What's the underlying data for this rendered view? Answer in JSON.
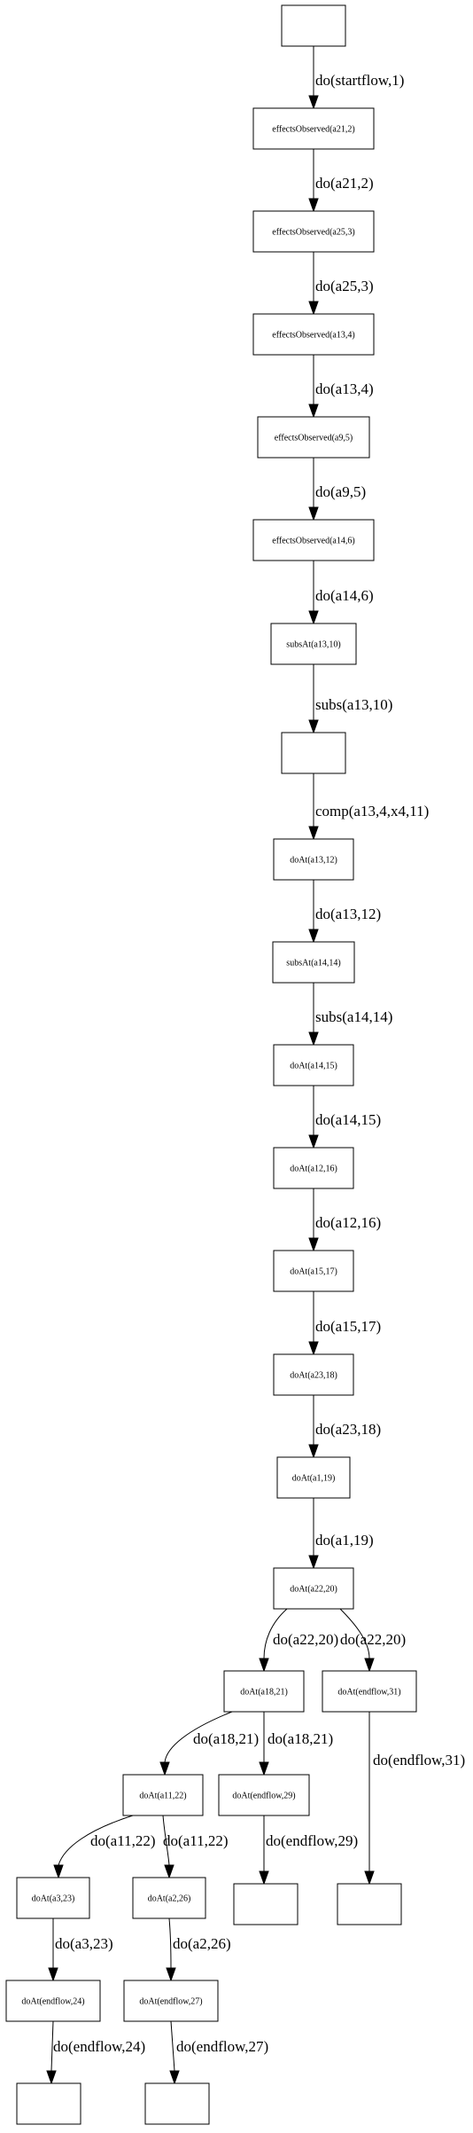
{
  "nodes": [
    {
      "id": "n0",
      "label": ""
    },
    {
      "id": "n1",
      "label": "effectsObserved(a21,2)"
    },
    {
      "id": "n2",
      "label": "effectsObserved(a25,3)"
    },
    {
      "id": "n3",
      "label": "effectsObserved(a13,4)"
    },
    {
      "id": "n4",
      "label": "effectsObserved(a9,5)"
    },
    {
      "id": "n5",
      "label": "effectsObserved(a14,6)"
    },
    {
      "id": "n6",
      "label": "subsAt(a13,10)"
    },
    {
      "id": "n7",
      "label": ""
    },
    {
      "id": "n8",
      "label": "doAt(a13,12)"
    },
    {
      "id": "n9",
      "label": "subsAt(a14,14)"
    },
    {
      "id": "n10",
      "label": "doAt(a14,15)"
    },
    {
      "id": "n11",
      "label": "doAt(a12,16)"
    },
    {
      "id": "n12",
      "label": "doAt(a15,17)"
    },
    {
      "id": "n13",
      "label": "doAt(a23,18)"
    },
    {
      "id": "n14",
      "label": "doAt(a1,19)"
    },
    {
      "id": "n15",
      "label": "doAt(a22,20)"
    },
    {
      "id": "n16",
      "label": "doAt(a18,21)"
    },
    {
      "id": "n17",
      "label": "doAt(endflow,31)"
    },
    {
      "id": "n18",
      "label": "doAt(a11,22)"
    },
    {
      "id": "n19",
      "label": "doAt(endflow,29)"
    },
    {
      "id": "n20",
      "label": ""
    },
    {
      "id": "n21",
      "label": "doAt(a3,23)"
    },
    {
      "id": "n22",
      "label": "doAt(a2,26)"
    },
    {
      "id": "n23",
      "label": ""
    },
    {
      "id": "n24",
      "label": "doAt(endflow,24)"
    },
    {
      "id": "n25",
      "label": "doAt(endflow,27)"
    },
    {
      "id": "n26",
      "label": ""
    },
    {
      "id": "n27",
      "label": ""
    }
  ],
  "edges": [
    {
      "from": "n0",
      "to": "n1",
      "label": "do(startflow,1)"
    },
    {
      "from": "n1",
      "to": "n2",
      "label": "do(a21,2)"
    },
    {
      "from": "n2",
      "to": "n3",
      "label": "do(a25,3)"
    },
    {
      "from": "n3",
      "to": "n4",
      "label": "do(a13,4)"
    },
    {
      "from": "n4",
      "to": "n5",
      "label": "do(a9,5)"
    },
    {
      "from": "n5",
      "to": "n6",
      "label": "do(a14,6)"
    },
    {
      "from": "n6",
      "to": "n7",
      "label": "subs(a13,10)"
    },
    {
      "from": "n7",
      "to": "n8",
      "label": "comp(a13,4,x4,11)"
    },
    {
      "from": "n8",
      "to": "n9",
      "label": "do(a13,12)"
    },
    {
      "from": "n9",
      "to": "n10",
      "label": "subs(a14,14)"
    },
    {
      "from": "n10",
      "to": "n11",
      "label": "do(a14,15)"
    },
    {
      "from": "n11",
      "to": "n12",
      "label": "do(a12,16)"
    },
    {
      "from": "n12",
      "to": "n13",
      "label": "do(a15,17)"
    },
    {
      "from": "n13",
      "to": "n14",
      "label": "do(a23,18)"
    },
    {
      "from": "n14",
      "to": "n15",
      "label": "do(a1,19)"
    },
    {
      "from": "n15",
      "to": "n16",
      "label": "do(a22,20)"
    },
    {
      "from": "n15",
      "to": "n17",
      "label": "do(a22,20)"
    },
    {
      "from": "n16",
      "to": "n18",
      "label": "do(a18,21)"
    },
    {
      "from": "n16",
      "to": "n19",
      "label": "do(a18,21)"
    },
    {
      "from": "n17",
      "to": "n20",
      "label": "do(endflow,31)"
    },
    {
      "from": "n18",
      "to": "n21",
      "label": "do(a11,22)"
    },
    {
      "from": "n18",
      "to": "n22",
      "label": "do(a11,22)"
    },
    {
      "from": "n19",
      "to": "n23",
      "label": "do(endflow,29)"
    },
    {
      "from": "n21",
      "to": "n24",
      "label": "do(a3,23)"
    },
    {
      "from": "n22",
      "to": "n25",
      "label": "do(a2,26)"
    },
    {
      "from": "n24",
      "to": "n26",
      "label": "do(endflow,24)"
    },
    {
      "from": "n25",
      "to": "n27",
      "label": "do(endflow,27)"
    }
  ]
}
